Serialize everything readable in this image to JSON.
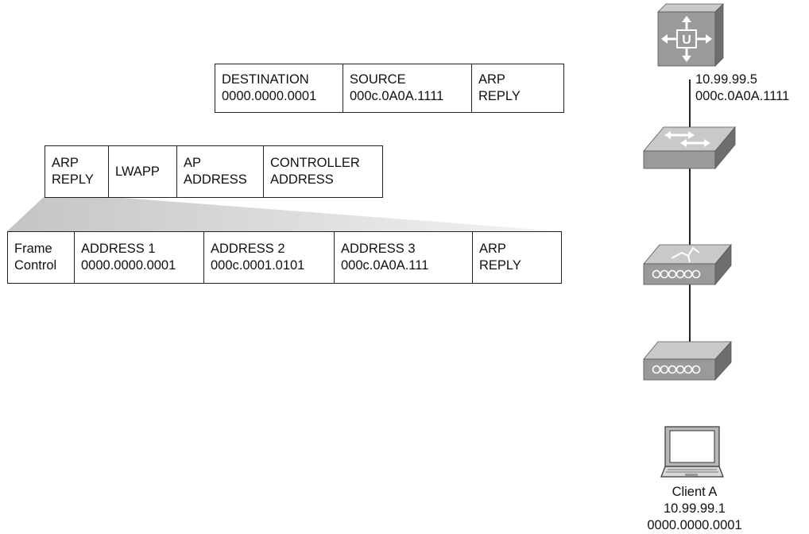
{
  "ethernet_frame": {
    "cells": [
      {
        "line1": "DESTINATION",
        "line2": "0000.0000.0001"
      },
      {
        "line1": "SOURCE",
        "line2": "000c.0A0A.1111"
      },
      {
        "line1": "ARP",
        "line2": "REPLY"
      }
    ]
  },
  "lwapp_frame": {
    "cells": [
      {
        "line1": "ARP",
        "line2": "REPLY"
      },
      {
        "line1": "LWAPP",
        "line2": ""
      },
      {
        "line1": "AP",
        "line2": "ADDRESS"
      },
      {
        "line1": "CONTROLLER",
        "line2": "ADDRESS"
      }
    ]
  },
  "wireless_frame": {
    "cells": [
      {
        "line1": "Frame",
        "line2": "Control"
      },
      {
        "line1": "ADDRESS 1",
        "line2": "0000.0000.0001"
      },
      {
        "line1": "ADDRESS 2",
        "line2": "000c.0001.0101"
      },
      {
        "line1": "ADDRESS 3",
        "line2": "000c.0A0A.111"
      },
      {
        "line1": "ARP",
        "line2": "REPLY"
      }
    ]
  },
  "controller": {
    "icon": "wlan-controller-icon",
    "ip": "10.99.99.5",
    "mac": "000c.0A0A.1111"
  },
  "switch": {
    "icon": "switch-icon"
  },
  "lightweight_ap": {
    "icon": "lightweight-access-point-icon"
  },
  "access_point": {
    "icon": "access-point-icon"
  },
  "client": {
    "icon": "laptop-icon",
    "name": "Client A",
    "ip": "10.99.99.1",
    "mac": "0000.0000.0001"
  },
  "colors": {
    "device_face": "#9a9a9a",
    "device_top": "#c9c9c9",
    "device_side": "#6e6e6e",
    "wedge": "#dcdcdc"
  }
}
